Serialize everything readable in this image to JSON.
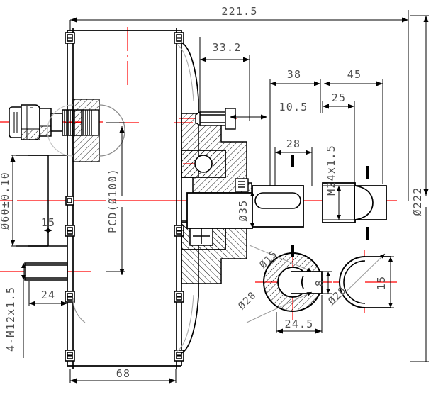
{
  "drawing": {
    "title": "hydraulic-motor-dimensional-drawing",
    "type": "engineering-drawing",
    "colors": {
      "outline": "#000000",
      "centerline": "#ff0000",
      "dimension_text": "#4d4d4d",
      "dimension_line": "#000000",
      "background": "#ffffff"
    }
  },
  "dimensions": {
    "overall_length": "221.5",
    "body_length": "68",
    "flange_to_shaft": "33.2",
    "shaft_step_1": "38",
    "shaft_step_2": "45",
    "shaft_detail_1": "10.5",
    "thread_length": "25",
    "keyway_length": "28",
    "thread_spec": "M24x1.5",
    "shaft_diameter": "Ø35",
    "pilot_diameter": "Ø60±0.10",
    "pilot_depth": "15",
    "bolt_circle": "PCD(Ø100)",
    "mounting_thread": "4-M12x1.5",
    "mounting_depth": "24",
    "outer_diameter": "Ø222"
  },
  "section_a": {
    "bore_diameter": "Ø15",
    "outer_diameter": "Ø28",
    "keyway_width": "8",
    "keyway_position": "24.5"
  },
  "section_b": {
    "shaft_diameter": "Ø20",
    "flat_width": "15"
  }
}
